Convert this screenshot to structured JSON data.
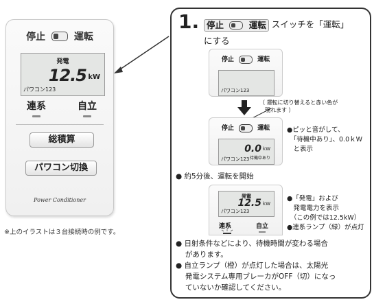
{
  "device": {
    "stop_label": "停止",
    "run_label": "運転",
    "lcd_title": "発電",
    "lcd_value": "12.5",
    "lcd_unit": "kW",
    "lcd_name": "パワコン123",
    "lamp_link": "連系",
    "lamp_self": "自立",
    "btn_total": "総積算",
    "btn_switch": "パワコン切換",
    "brand": "Power Conditioner"
  },
  "left_note": "※上のイラストは３台接続時の例です。",
  "instruction": {
    "step": "1.",
    "switch_text": "スイッチを「運転」",
    "line2": "にする",
    "mini1": {
      "stop": "停止",
      "run": "運転",
      "name": "パワコン123"
    },
    "callout": "（ 運転に切り替えると赤い色が\n　現れます ）",
    "mini2": {
      "stop": "停止",
      "run": "運転",
      "value": "0.0",
      "unit": "kW",
      "sub": "待機中あり",
      "name": "パワコン123"
    },
    "bullet_beep": "●ピッと音がして、\n　「待機中あり」、0.0ｋW\n　と表示",
    "after5": "● 約5分後、運転を開始",
    "mini3": {
      "title": "発電",
      "value": "12.5",
      "unit": "kW",
      "name": "パワコン123",
      "lamp_link": "連系",
      "lamp_self": "自立"
    },
    "bullet_gen": "●「発電」および\n　発電電力を表示\n　（この例では12.5kW）",
    "bullet_lamp": "●連系ランプ（緑）が点灯",
    "note1": "● 日射条件などにより、待機時間が変わる場合\n　 があります。",
    "note2": "● 自立ランプ（橙）が点灯した場合は、太陽光\n　 発電システム専用ブレーカがOFF（切）になっ\n　 ていないか確認してください。"
  },
  "colors": {
    "lcd_bg": "#e4e6e4",
    "lamp_off": "#888888",
    "border": "#333333"
  }
}
